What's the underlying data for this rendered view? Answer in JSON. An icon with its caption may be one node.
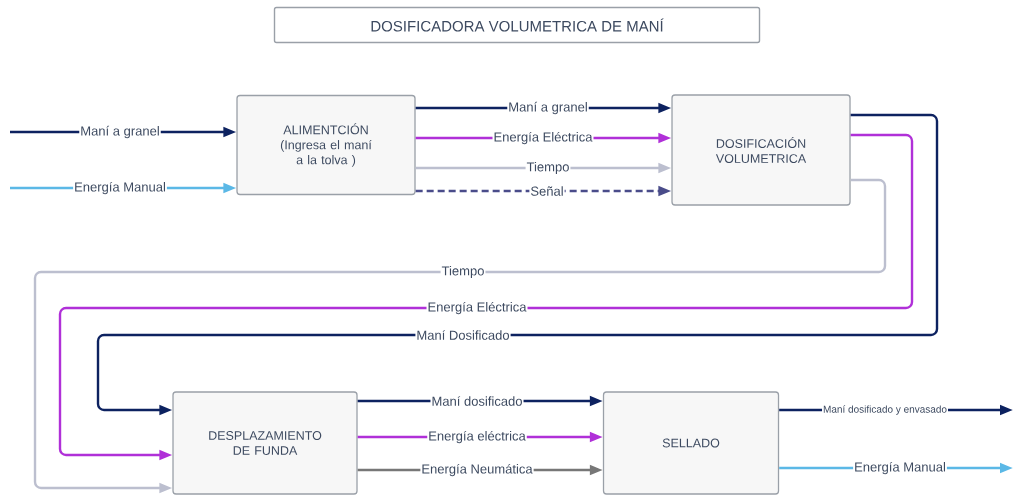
{
  "diagram": {
    "title": "DOSIFICADORA VOLUMETRICA DE MANÍ",
    "nodes": [
      {
        "text": [
          "ALIMENTCIÓN (Ingresa el maní a la tolva )"
        ]
      },
      {
        "text": [
          "DOSIFICACIÓN VOLUMETRICA"
        ]
      },
      {
        "text": [
          "DESPLAZAMIENTO DE FUNDA"
        ]
      },
      {
        "text": [
          "SELLADO"
        ]
      }
    ],
    "edges": [
      {
        "from": null,
        "to": 0,
        "arrow": "to",
        "label": "Maní a granel",
        "color": "#0d2260"
      },
      {
        "from": null,
        "to": 0,
        "arrow": "to",
        "label": "Energía Manual",
        "color": "#5bb8e6"
      },
      {
        "from": 0,
        "to": 1,
        "arrow": "to",
        "label": "Maní a granel",
        "color": "#0d2260"
      },
      {
        "from": 0,
        "to": 1,
        "arrow": "to",
        "label": "Energía Eléctrica",
        "color": "#b030d8"
      },
      {
        "from": 0,
        "to": 1,
        "arrow": "to",
        "label": "Tiempo",
        "color": "#bcbfcf"
      },
      {
        "from": 0,
        "to": 1,
        "arrow": "to",
        "label": "Señal",
        "style": "dashed",
        "color": "#4a4c8a"
      },
      {
        "from": 1,
        "to": 2,
        "arrow": "to",
        "label": "Tiempo",
        "color": "#bcbfcf"
      },
      {
        "from": 1,
        "to": 2,
        "arrow": "to",
        "label": "Energía Eléctrica",
        "color": "#b030d8"
      },
      {
        "from": 1,
        "to": 2,
        "arrow": "to",
        "label": "Maní Dosificado",
        "color": "#0d2260"
      },
      {
        "from": 2,
        "to": 3,
        "arrow": "to",
        "label": "Maní dosificado",
        "color": "#0d2260"
      },
      {
        "from": 2,
        "to": 3,
        "arrow": "to",
        "label": "Energía eléctrica",
        "color": "#b030d8"
      },
      {
        "from": 2,
        "to": 3,
        "arrow": "to",
        "label": "Energía Neumática",
        "color": "#777777"
      },
      {
        "from": 3,
        "to": null,
        "arrow": "to",
        "label": "Maní dosificado y envasado",
        "color": "#0d2260"
      },
      {
        "from": 3,
        "to": null,
        "arrow": "to",
        "label": "Energía Manual",
        "color": "#5bb8e6"
      }
    ]
  }
}
